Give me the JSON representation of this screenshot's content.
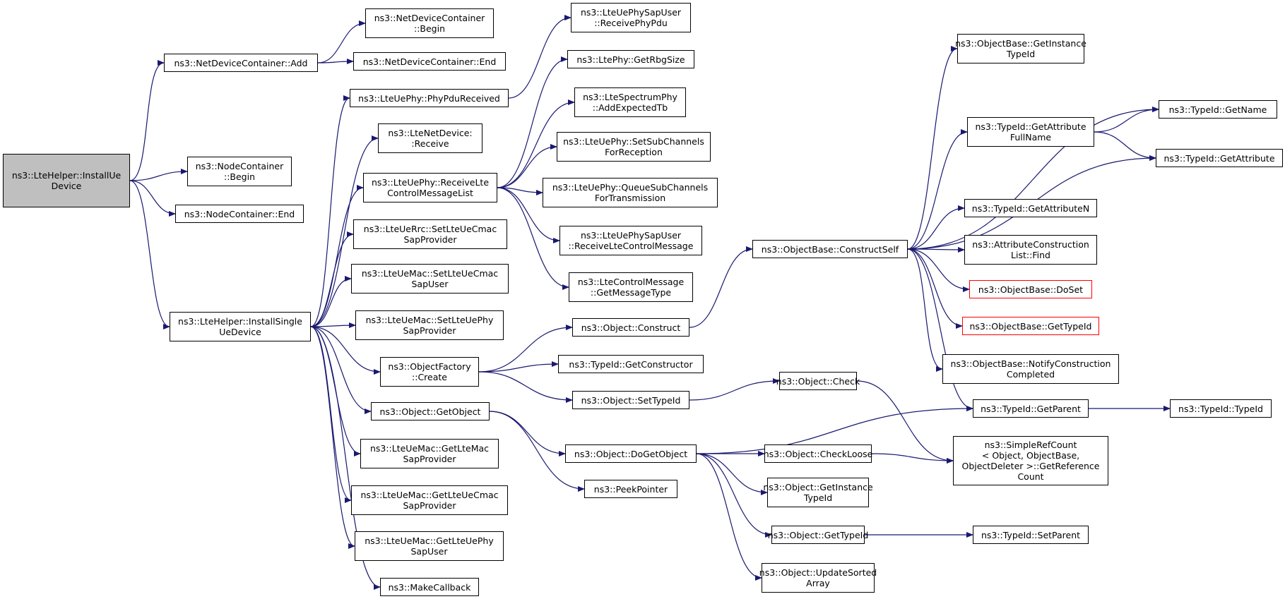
{
  "colors": {
    "edge": "#191970",
    "node_border": "#000000",
    "root_fill": "#bfbfbf",
    "highlight_border": "#ff0000"
  },
  "nodes": [
    {
      "id": "installUe",
      "lines": [
        "ns3::LteHelper::InstallUe",
        "Device"
      ],
      "root": true
    },
    {
      "id": "ndcAdd",
      "lines": [
        "ns3::NetDeviceContainer::Add"
      ]
    },
    {
      "id": "ncBegin",
      "lines": [
        "ns3::NodeContainer",
        "::Begin"
      ]
    },
    {
      "id": "ncEnd",
      "lines": [
        "ns3::NodeContainer::End"
      ]
    },
    {
      "id": "installSingle",
      "lines": [
        "ns3::LteHelper::InstallSingle",
        "UeDevice"
      ]
    },
    {
      "id": "ndcBegin",
      "lines": [
        "ns3::NetDeviceContainer",
        "::Begin"
      ]
    },
    {
      "id": "ndcEnd",
      "lines": [
        "ns3::NetDeviceContainer::End"
      ]
    },
    {
      "id": "phyPdu",
      "lines": [
        "ns3::LteUePhy::PhyPduReceived"
      ]
    },
    {
      "id": "netDevRecv",
      "lines": [
        "ns3::LteNetDevice:",
        ":Receive"
      ]
    },
    {
      "id": "recvCtrl",
      "lines": [
        "ns3::LteUePhy::ReceiveLte",
        "ControlMessageList"
      ]
    },
    {
      "id": "rrcSetCmac",
      "lines": [
        "ns3::LteUeRrc::SetLteUeCmac",
        "SapProvider"
      ]
    },
    {
      "id": "macSetCmac",
      "lines": [
        "ns3::LteUeMac::SetLteUeCmac",
        "SapUser"
      ]
    },
    {
      "id": "macSetPhy",
      "lines": [
        "ns3::LteUeMac::SetLteUePhy",
        "SapProvider"
      ]
    },
    {
      "id": "ofCreate",
      "lines": [
        "ns3::ObjectFactory",
        "::Create"
      ]
    },
    {
      "id": "getObject",
      "lines": [
        "ns3::Object::GetObject"
      ]
    },
    {
      "id": "getLteMac",
      "lines": [
        "ns3::LteUeMac::GetLteMac",
        "SapProvider"
      ]
    },
    {
      "id": "getCmac",
      "lines": [
        "ns3::LteUeMac::GetLteUeCmac",
        "SapProvider"
      ]
    },
    {
      "id": "getPhySap",
      "lines": [
        "ns3::LteUeMac::GetLteUePhy",
        "SapUser"
      ]
    },
    {
      "id": "makeCb",
      "lines": [
        "ns3::MakeCallback"
      ]
    },
    {
      "id": "recvPhyPdu",
      "lines": [
        "ns3::LteUePhySapUser",
        "::ReceivePhyPdu"
      ]
    },
    {
      "id": "rbgSize",
      "lines": [
        "ns3::LtePhy::GetRbgSize"
      ]
    },
    {
      "id": "addExpTb",
      "lines": [
        "ns3::LteSpectrumPhy",
        "::AddExpectedTb"
      ]
    },
    {
      "id": "setSubRx",
      "lines": [
        "ns3::LteUePhy::SetSubChannels",
        "ForReception"
      ]
    },
    {
      "id": "queueSub",
      "lines": [
        "ns3::LteUePhy::QueueSubChannels",
        "ForTransmission"
      ]
    },
    {
      "id": "recvCtrlMsg",
      "lines": [
        "ns3::LteUePhySapUser",
        "::ReceiveLteControlMessage"
      ]
    },
    {
      "id": "msgType",
      "lines": [
        "ns3::LteControlMessage",
        "::GetMessageType"
      ]
    },
    {
      "id": "construct",
      "lines": [
        "ns3::Object::Construct"
      ]
    },
    {
      "id": "getCtor",
      "lines": [
        "ns3::TypeId::GetConstructor"
      ]
    },
    {
      "id": "setTypeId",
      "lines": [
        "ns3::Object::SetTypeId"
      ]
    },
    {
      "id": "doGetObject",
      "lines": [
        "ns3::Object::DoGetObject"
      ]
    },
    {
      "id": "peekPtr",
      "lines": [
        "ns3::PeekPointer"
      ]
    },
    {
      "id": "constructSelf",
      "lines": [
        "ns3::ObjectBase::ConstructSelf"
      ]
    },
    {
      "id": "check",
      "lines": [
        "ns3::Object::Check"
      ]
    },
    {
      "id": "checkLoose",
      "lines": [
        "ns3::Object::CheckLoose"
      ]
    },
    {
      "id": "objGetInst",
      "lines": [
        "ns3::Object::GetInstance",
        "TypeId"
      ]
    },
    {
      "id": "objGetTid",
      "lines": [
        "ns3::Object::GetTypeId"
      ]
    },
    {
      "id": "updSorted",
      "lines": [
        "ns3::Object::UpdateSorted",
        "Array"
      ]
    },
    {
      "id": "obGetInst",
      "lines": [
        "ns3::ObjectBase::GetInstance",
        "TypeId"
      ]
    },
    {
      "id": "attrFull",
      "lines": [
        "ns3::TypeId::GetAttribute",
        "FullName"
      ]
    },
    {
      "id": "attrN",
      "lines": [
        "ns3::TypeId::GetAttributeN"
      ]
    },
    {
      "id": "attrFind",
      "lines": [
        "ns3::AttributeConstruction",
        "List::Find"
      ]
    },
    {
      "id": "doSet",
      "lines": [
        "ns3::ObjectBase::DoSet"
      ],
      "highlight": true
    },
    {
      "id": "obGetTid",
      "lines": [
        "ns3::ObjectBase::GetTypeId"
      ],
      "highlight": true
    },
    {
      "id": "notifyCon",
      "lines": [
        "ns3::ObjectBase::NotifyConstruction",
        "Completed"
      ]
    },
    {
      "id": "getParent",
      "lines": [
        "ns3::TypeId::GetParent"
      ]
    },
    {
      "id": "refCount",
      "lines": [
        "ns3::SimpleRefCount",
        "< Object, ObjectBase,",
        "ObjectDeleter >::GetReference",
        "Count"
      ]
    },
    {
      "id": "setParent",
      "lines": [
        "ns3::TypeId::SetParent"
      ]
    },
    {
      "id": "getName",
      "lines": [
        "ns3::TypeId::GetName"
      ]
    },
    {
      "id": "getAttr",
      "lines": [
        "ns3::TypeId::GetAttribute"
      ]
    },
    {
      "id": "typeIdCtor",
      "lines": [
        "ns3::TypeId::TypeId"
      ]
    }
  ],
  "edges": [
    [
      "installUe",
      "ndcAdd"
    ],
    [
      "installUe",
      "ncBegin"
    ],
    [
      "installUe",
      "ncEnd"
    ],
    [
      "installUe",
      "installSingle"
    ],
    [
      "ndcAdd",
      "ndcBegin"
    ],
    [
      "ndcAdd",
      "ndcEnd"
    ],
    [
      "installSingle",
      "phyPdu"
    ],
    [
      "installSingle",
      "netDevRecv"
    ],
    [
      "installSingle",
      "recvCtrl"
    ],
    [
      "installSingle",
      "rrcSetCmac"
    ],
    [
      "installSingle",
      "macSetCmac"
    ],
    [
      "installSingle",
      "macSetPhy"
    ],
    [
      "installSingle",
      "ofCreate"
    ],
    [
      "installSingle",
      "getObject"
    ],
    [
      "installSingle",
      "getLteMac"
    ],
    [
      "installSingle",
      "getCmac"
    ],
    [
      "installSingle",
      "getPhySap"
    ],
    [
      "installSingle",
      "makeCb"
    ],
    [
      "phyPdu",
      "recvPhyPdu"
    ],
    [
      "recvCtrl",
      "rbgSize"
    ],
    [
      "recvCtrl",
      "addExpTb"
    ],
    [
      "recvCtrl",
      "setSubRx"
    ],
    [
      "recvCtrl",
      "queueSub"
    ],
    [
      "recvCtrl",
      "recvCtrlMsg"
    ],
    [
      "recvCtrl",
      "msgType"
    ],
    [
      "ofCreate",
      "construct"
    ],
    [
      "ofCreate",
      "getCtor"
    ],
    [
      "ofCreate",
      "setTypeId"
    ],
    [
      "getObject",
      "doGetObject"
    ],
    [
      "getObject",
      "peekPtr"
    ],
    [
      "construct",
      "constructSelf"
    ],
    [
      "setTypeId",
      "check"
    ],
    [
      "doGetObject",
      "getParent"
    ],
    [
      "doGetObject",
      "checkLoose"
    ],
    [
      "doGetObject",
      "objGetInst"
    ],
    [
      "doGetObject",
      "objGetTid"
    ],
    [
      "doGetObject",
      "updSorted"
    ],
    [
      "constructSelf",
      "obGetInst"
    ],
    [
      "constructSelf",
      "getName"
    ],
    [
      "constructSelf",
      "attrFull"
    ],
    [
      "constructSelf",
      "getAttr"
    ],
    [
      "constructSelf",
      "attrN"
    ],
    [
      "constructSelf",
      "attrFind"
    ],
    [
      "constructSelf",
      "doSet"
    ],
    [
      "constructSelf",
      "obGetTid"
    ],
    [
      "constructSelf",
      "notifyCon"
    ],
    [
      "constructSelf",
      "getParent"
    ],
    [
      "attrFull",
      "getName"
    ],
    [
      "attrFull",
      "getAttr"
    ],
    [
      "check",
      "refCount"
    ],
    [
      "checkLoose",
      "refCount"
    ],
    [
      "objGetTid",
      "setParent"
    ],
    [
      "getParent",
      "typeIdCtor"
    ]
  ]
}
